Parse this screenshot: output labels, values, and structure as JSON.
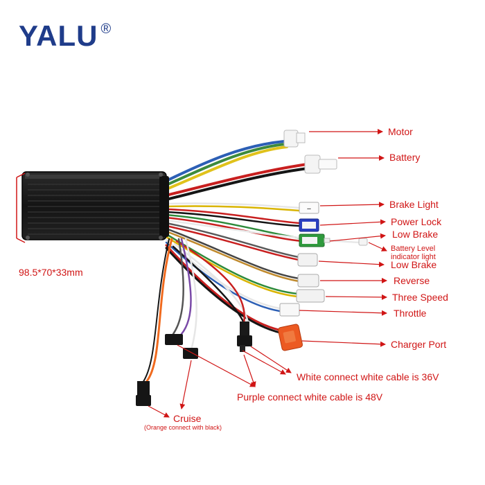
{
  "brand": {
    "name": "YALU",
    "mark": "®"
  },
  "dimensions": "98.5*70*33mm",
  "labels": {
    "motor": "Motor",
    "battery": "Battery",
    "brake_light": "Brake Light",
    "power_lock": "Power Lock",
    "low_brake_1": "Low Brake",
    "battery_level_1": "Battery Level",
    "battery_level_2": "indicator light",
    "low_brake_2": "Low Brake",
    "reverse": "Reverse",
    "three_speed": "Three Speed",
    "throttle": "Throttle",
    "charger_port": "Charger Port",
    "white_36v": "White connect white cable is 36V",
    "purple_48v": "Purple connect white cable is 48V",
    "cruise": "Cruise",
    "cruise_note": "(Orange connect with black)"
  },
  "colors": {
    "label": "#d01515",
    "brand": "#1f3c8a",
    "controller_body": "#1b1b1b"
  }
}
